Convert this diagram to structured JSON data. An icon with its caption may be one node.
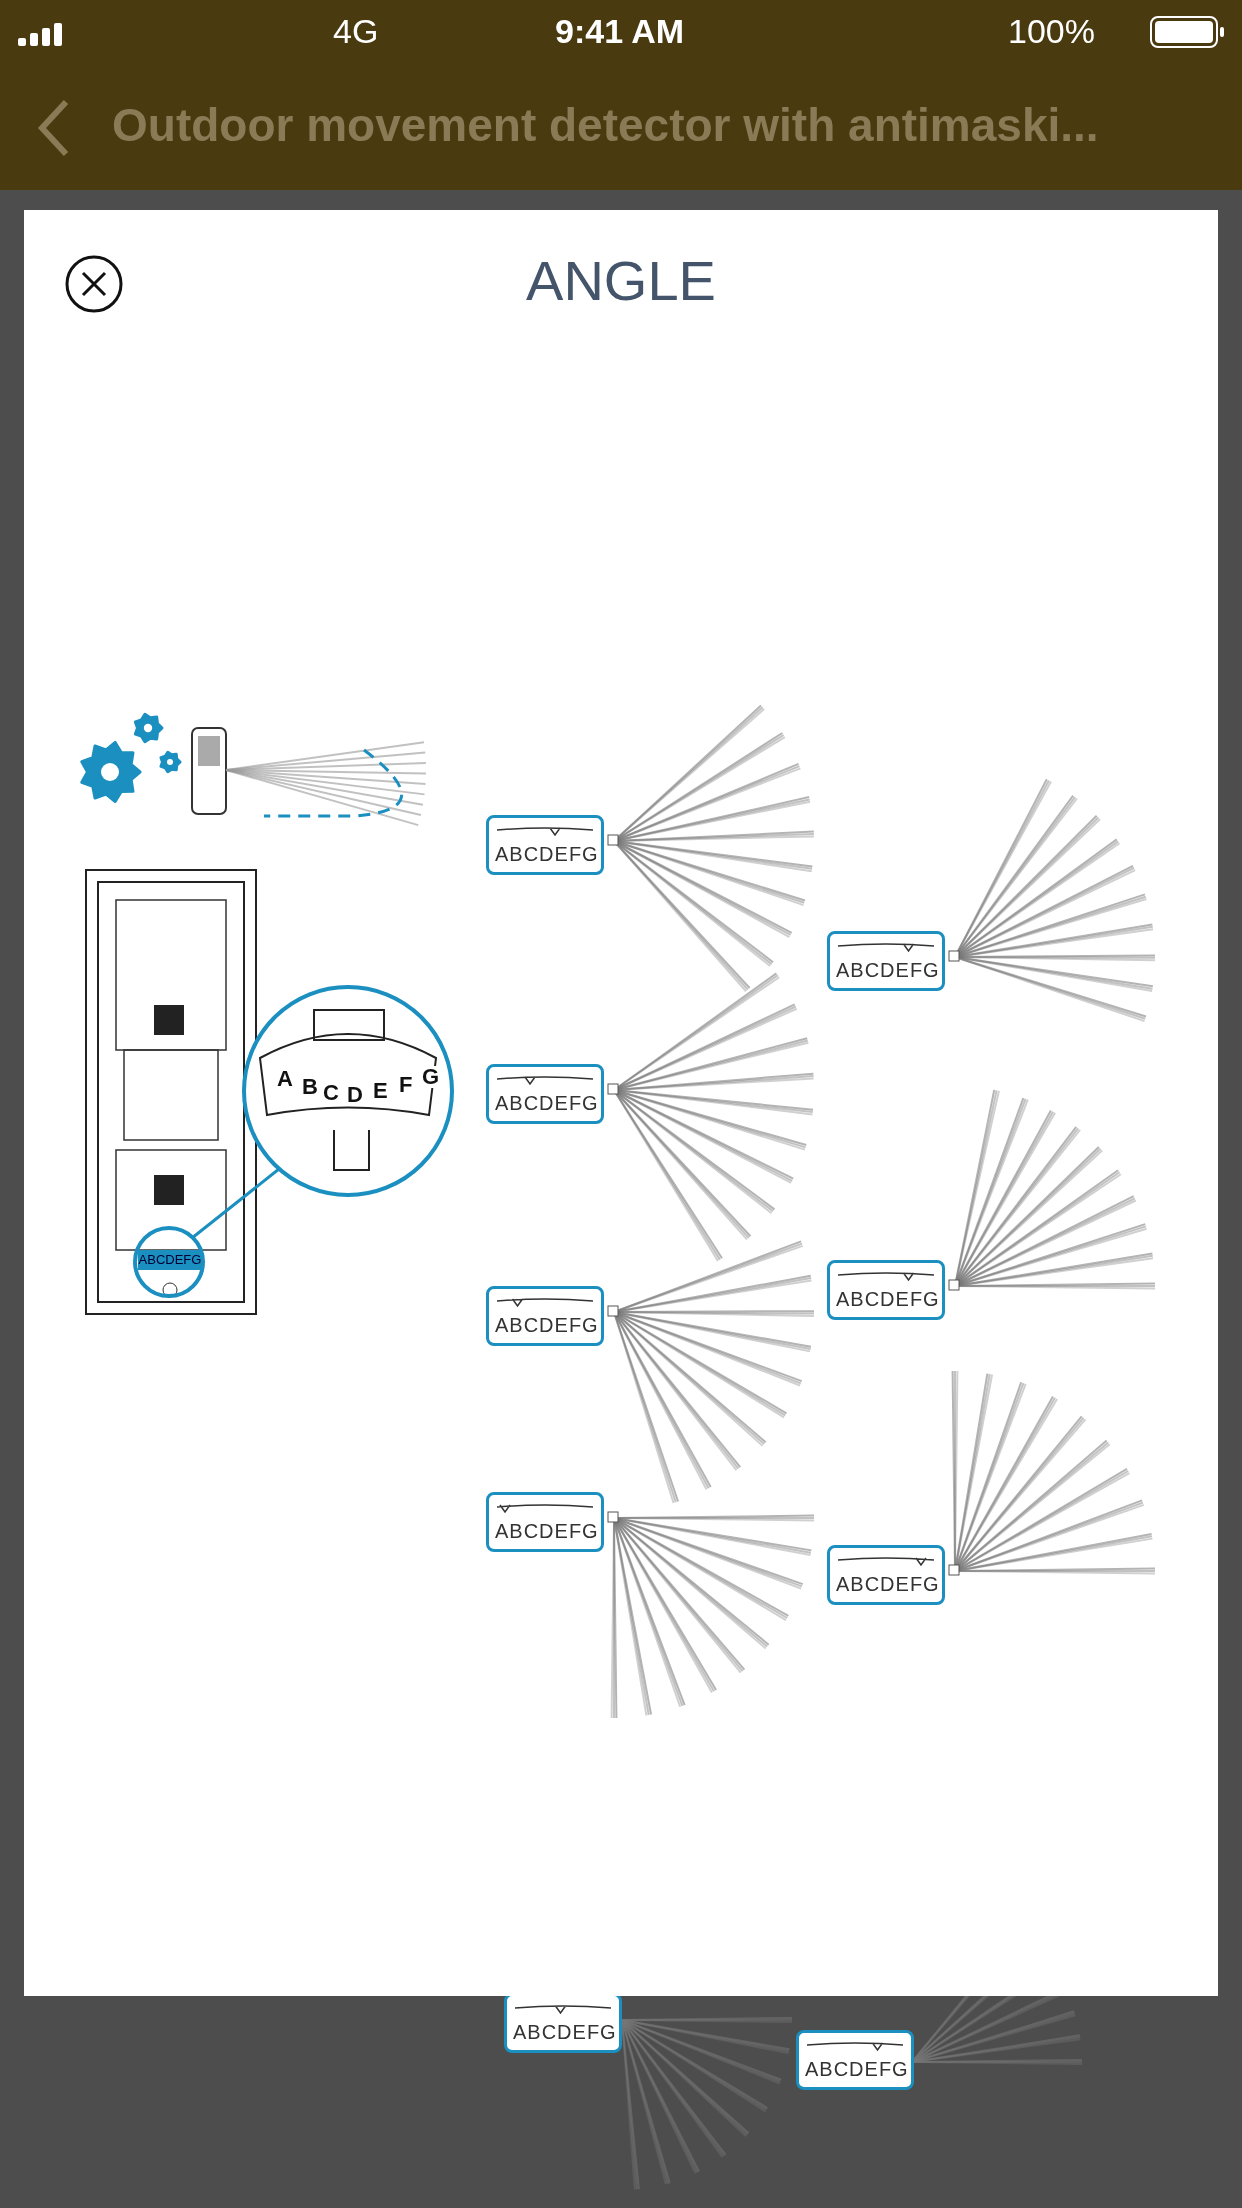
{
  "diagram": {
    "title": "ANGLE",
    "nodes": [
      {
        "text": [
          "ABCDEFG"
        ]
      },
      {
        "text": [
          "ABCDEFG"
        ]
      },
      {
        "text": [
          "ABCDEFG"
        ]
      },
      {
        "text": [
          "ABCDEFG"
        ]
      },
      {
        "text": [
          "ABCDEFG"
        ]
      },
      {
        "text": [
          "ABCDEFG"
        ]
      },
      {
        "text": [
          "ABCDEFG"
        ]
      }
    ],
    "labels": [
      "4G",
      "9:41 AM",
      "100%",
      "Outdoor movement detector with antimaski...",
      "A",
      "B",
      "C",
      "D",
      "E",
      "F",
      "G",
      "ABCDEFG",
      "ABCDEFG",
      "ABCDEFG"
    ]
  }
}
